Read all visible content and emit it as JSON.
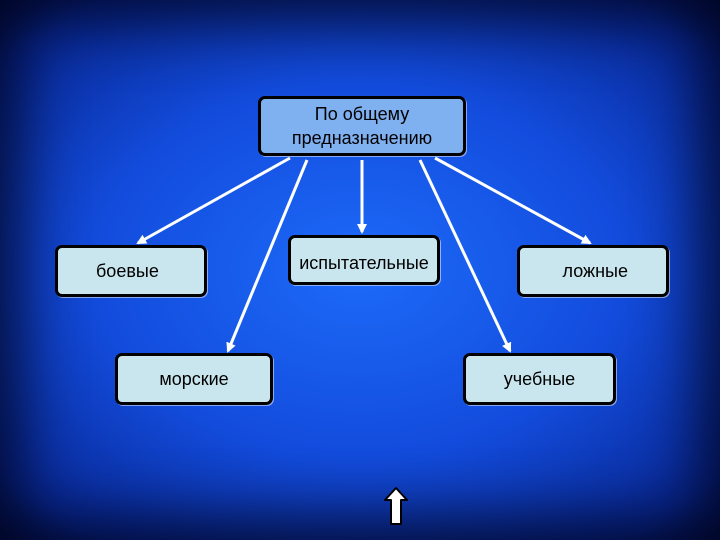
{
  "diagram": {
    "root": {
      "line1": "По общему",
      "line2": "предназначению"
    },
    "nodes": {
      "boevye": "боевые",
      "ispytatelnye": "испытательные",
      "lozhnye": "ложные",
      "morskie": "морские",
      "uchebnye": "учебные"
    },
    "colors": {
      "background": "#1456e6",
      "root_fill": "#7fb0f0",
      "node_fill": "#c9e6ee",
      "arrow": "#ffffff"
    }
  },
  "nav": {
    "up_icon": "up-arrow-icon"
  }
}
